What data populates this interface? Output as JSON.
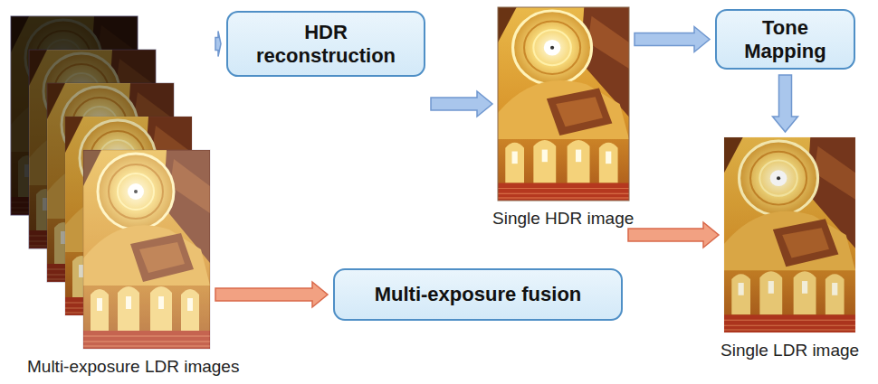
{
  "diagram": {
    "nodes": [
      {
        "text": [
          "Multi-exposure LDR images"
        ]
      },
      {
        "text": [
          "HDR reconstruction"
        ]
      },
      {
        "text": [
          "Single HDR image"
        ]
      },
      {
        "text": [
          "Tone Mapping"
        ]
      },
      {
        "text": [
          "Multi-exposure fusion"
        ]
      },
      {
        "text": [
          "Single LDR image"
        ]
      }
    ],
    "edges": [
      {
        "from": 0,
        "to": 1,
        "arrow": "to"
      },
      {
        "from": 1,
        "to": 2,
        "arrow": "to"
      },
      {
        "from": 2,
        "to": 3,
        "arrow": "to"
      },
      {
        "from": 3,
        "to": 5,
        "arrow": "to"
      },
      {
        "from": 0,
        "to": 4,
        "arrow": "to"
      },
      {
        "from": 4,
        "to": 5,
        "arrow": "to"
      }
    ]
  }
}
